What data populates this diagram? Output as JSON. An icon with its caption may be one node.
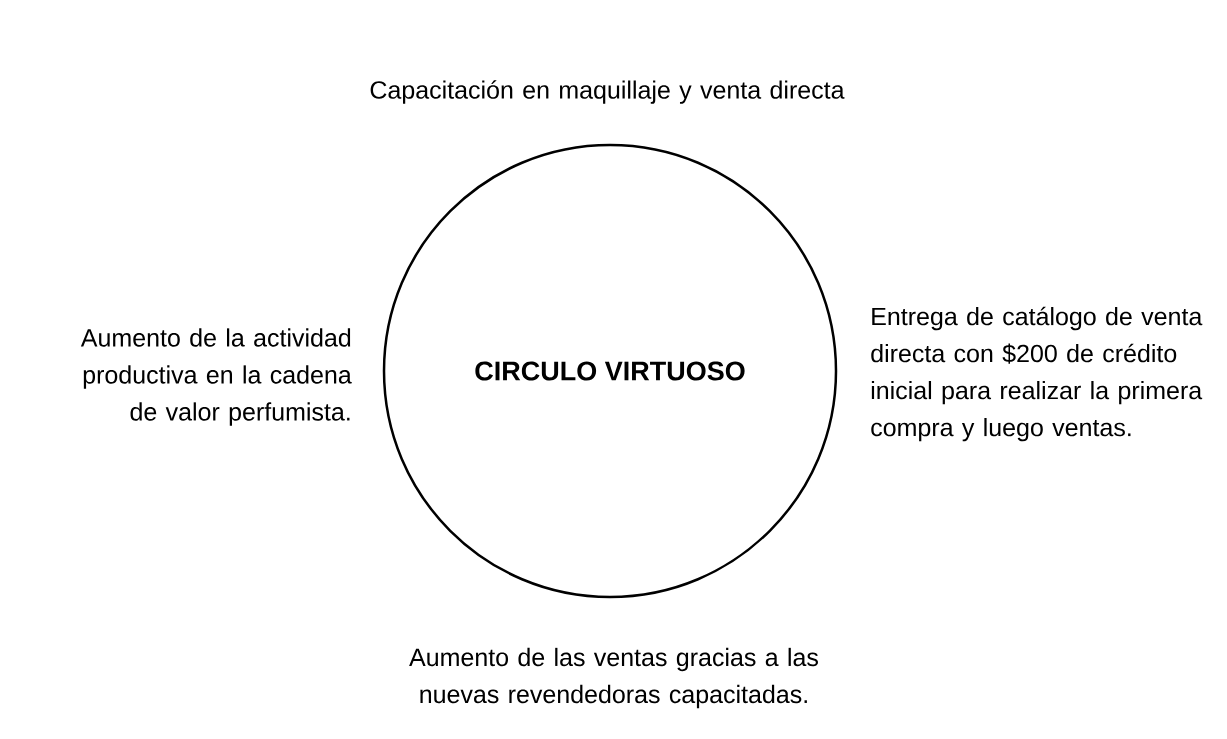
{
  "diagram": {
    "nodes": [
      {
        "text": [
          "CIRCULO VIRTUOSO"
        ]
      }
    ],
    "labels": [
      "Capacitación en maquillaje y venta directa",
      "Aumento de la actividad productiva en la cadena de valor perfumista.",
      "Entrega de catálogo de venta directa con $200 de crédito inicial para realizar la primera compra y luego ventas.",
      "Aumento de las ventas gracias a las nuevas revendedoras capacitadas."
    ]
  }
}
